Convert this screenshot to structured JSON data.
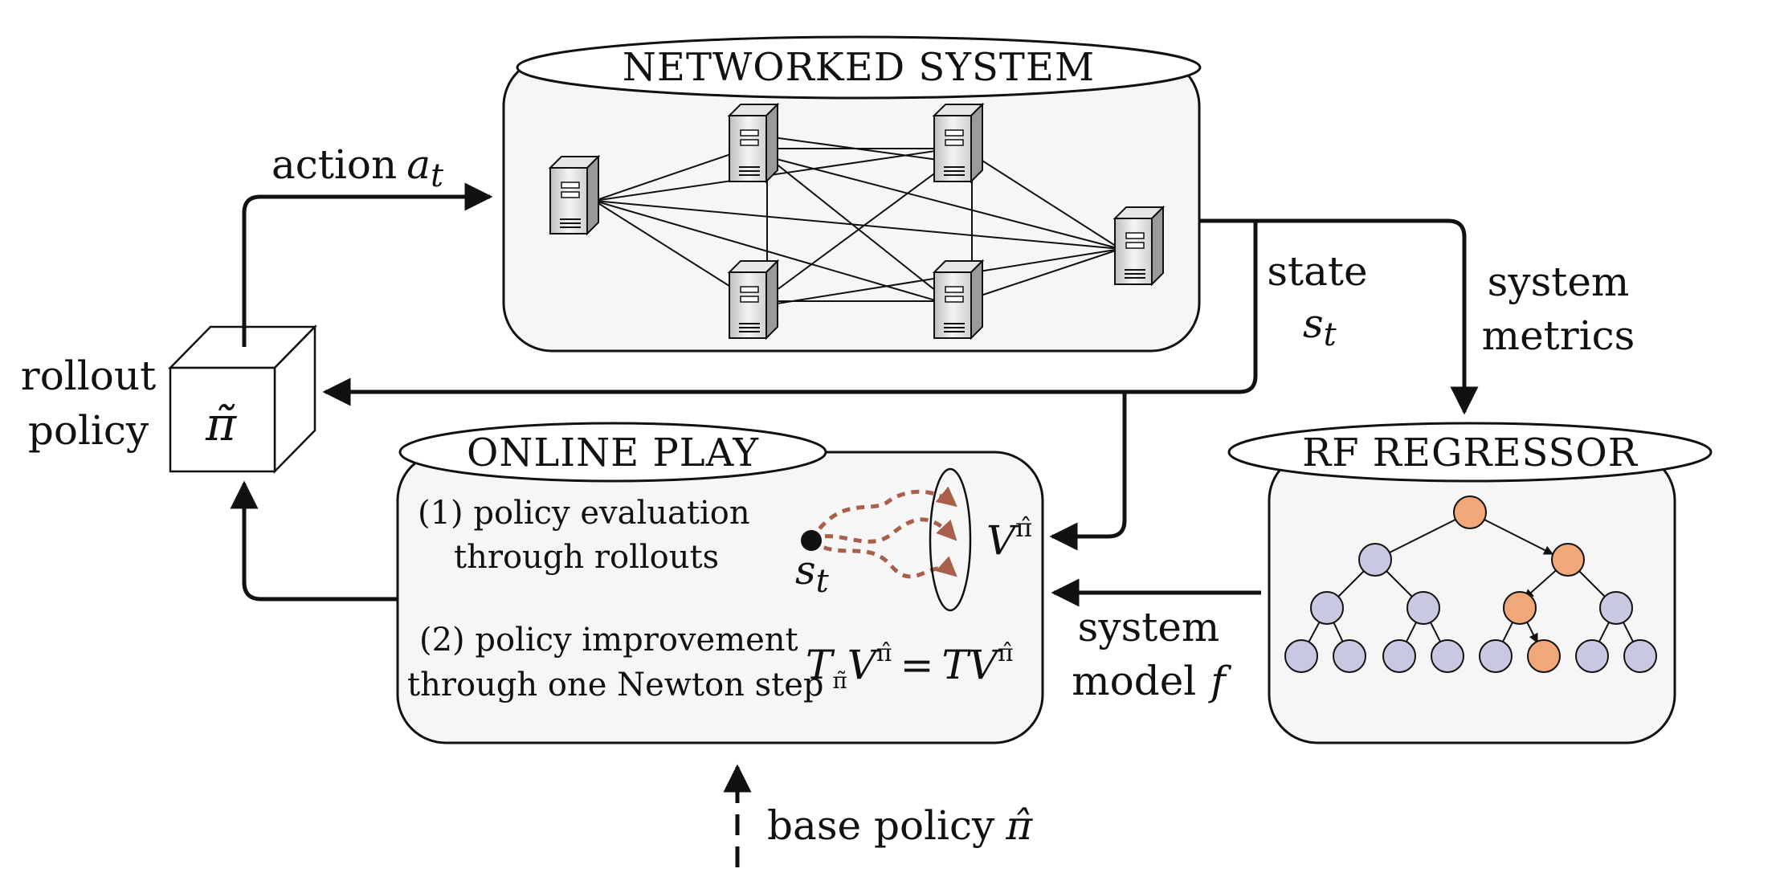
{
  "panels": {
    "networked_system": {
      "title": "NETWORKED SYSTEM"
    },
    "online_play": {
      "title": "ONLINE PLAY",
      "step1_line1": "(1) policy evaluation",
      "step1_line2": "through rollouts",
      "step2_line1": "(2) policy improvement",
      "step2_line2": "through one Newton step",
      "state_label": "s",
      "state_sub": "t",
      "value_label": "V",
      "value_sup": "π̂",
      "newton_lhs_T": "T",
      "newton_lhs_sub": "π̃",
      "newton_lhs_V": "V",
      "newton_lhs_sup": "π̂",
      "newton_eq": "=",
      "newton_rhs_TV": "TV",
      "newton_rhs_sup": "π̂"
    },
    "rf_regressor": {
      "title": "RF REGRESSOR"
    }
  },
  "labels": {
    "action_text": "action",
    "action_var": "a",
    "action_sub": "t",
    "state_text": "state",
    "state_var": "s",
    "state_sub": "t",
    "system_metrics_line1": "system",
    "system_metrics_line2": "metrics",
    "system_model_line1": "system",
    "system_model_line2": "model",
    "system_model_var": "f",
    "rollout_line1": "rollout",
    "rollout_line2": "policy",
    "rollout_symbol": "π̃",
    "base_policy_text": "base policy",
    "base_policy_symbol": "π̂"
  },
  "colors": {
    "panel_fill": "#f6f6f6",
    "tree_node_default": "#c8c8e2",
    "tree_node_highlight": "#f0a878",
    "rollout_path": "#a8604a",
    "server_body": "#d8d8d8"
  },
  "icons": {
    "server": "server-icon",
    "cube": "cube-icon",
    "tree": "decision-tree-icon"
  }
}
